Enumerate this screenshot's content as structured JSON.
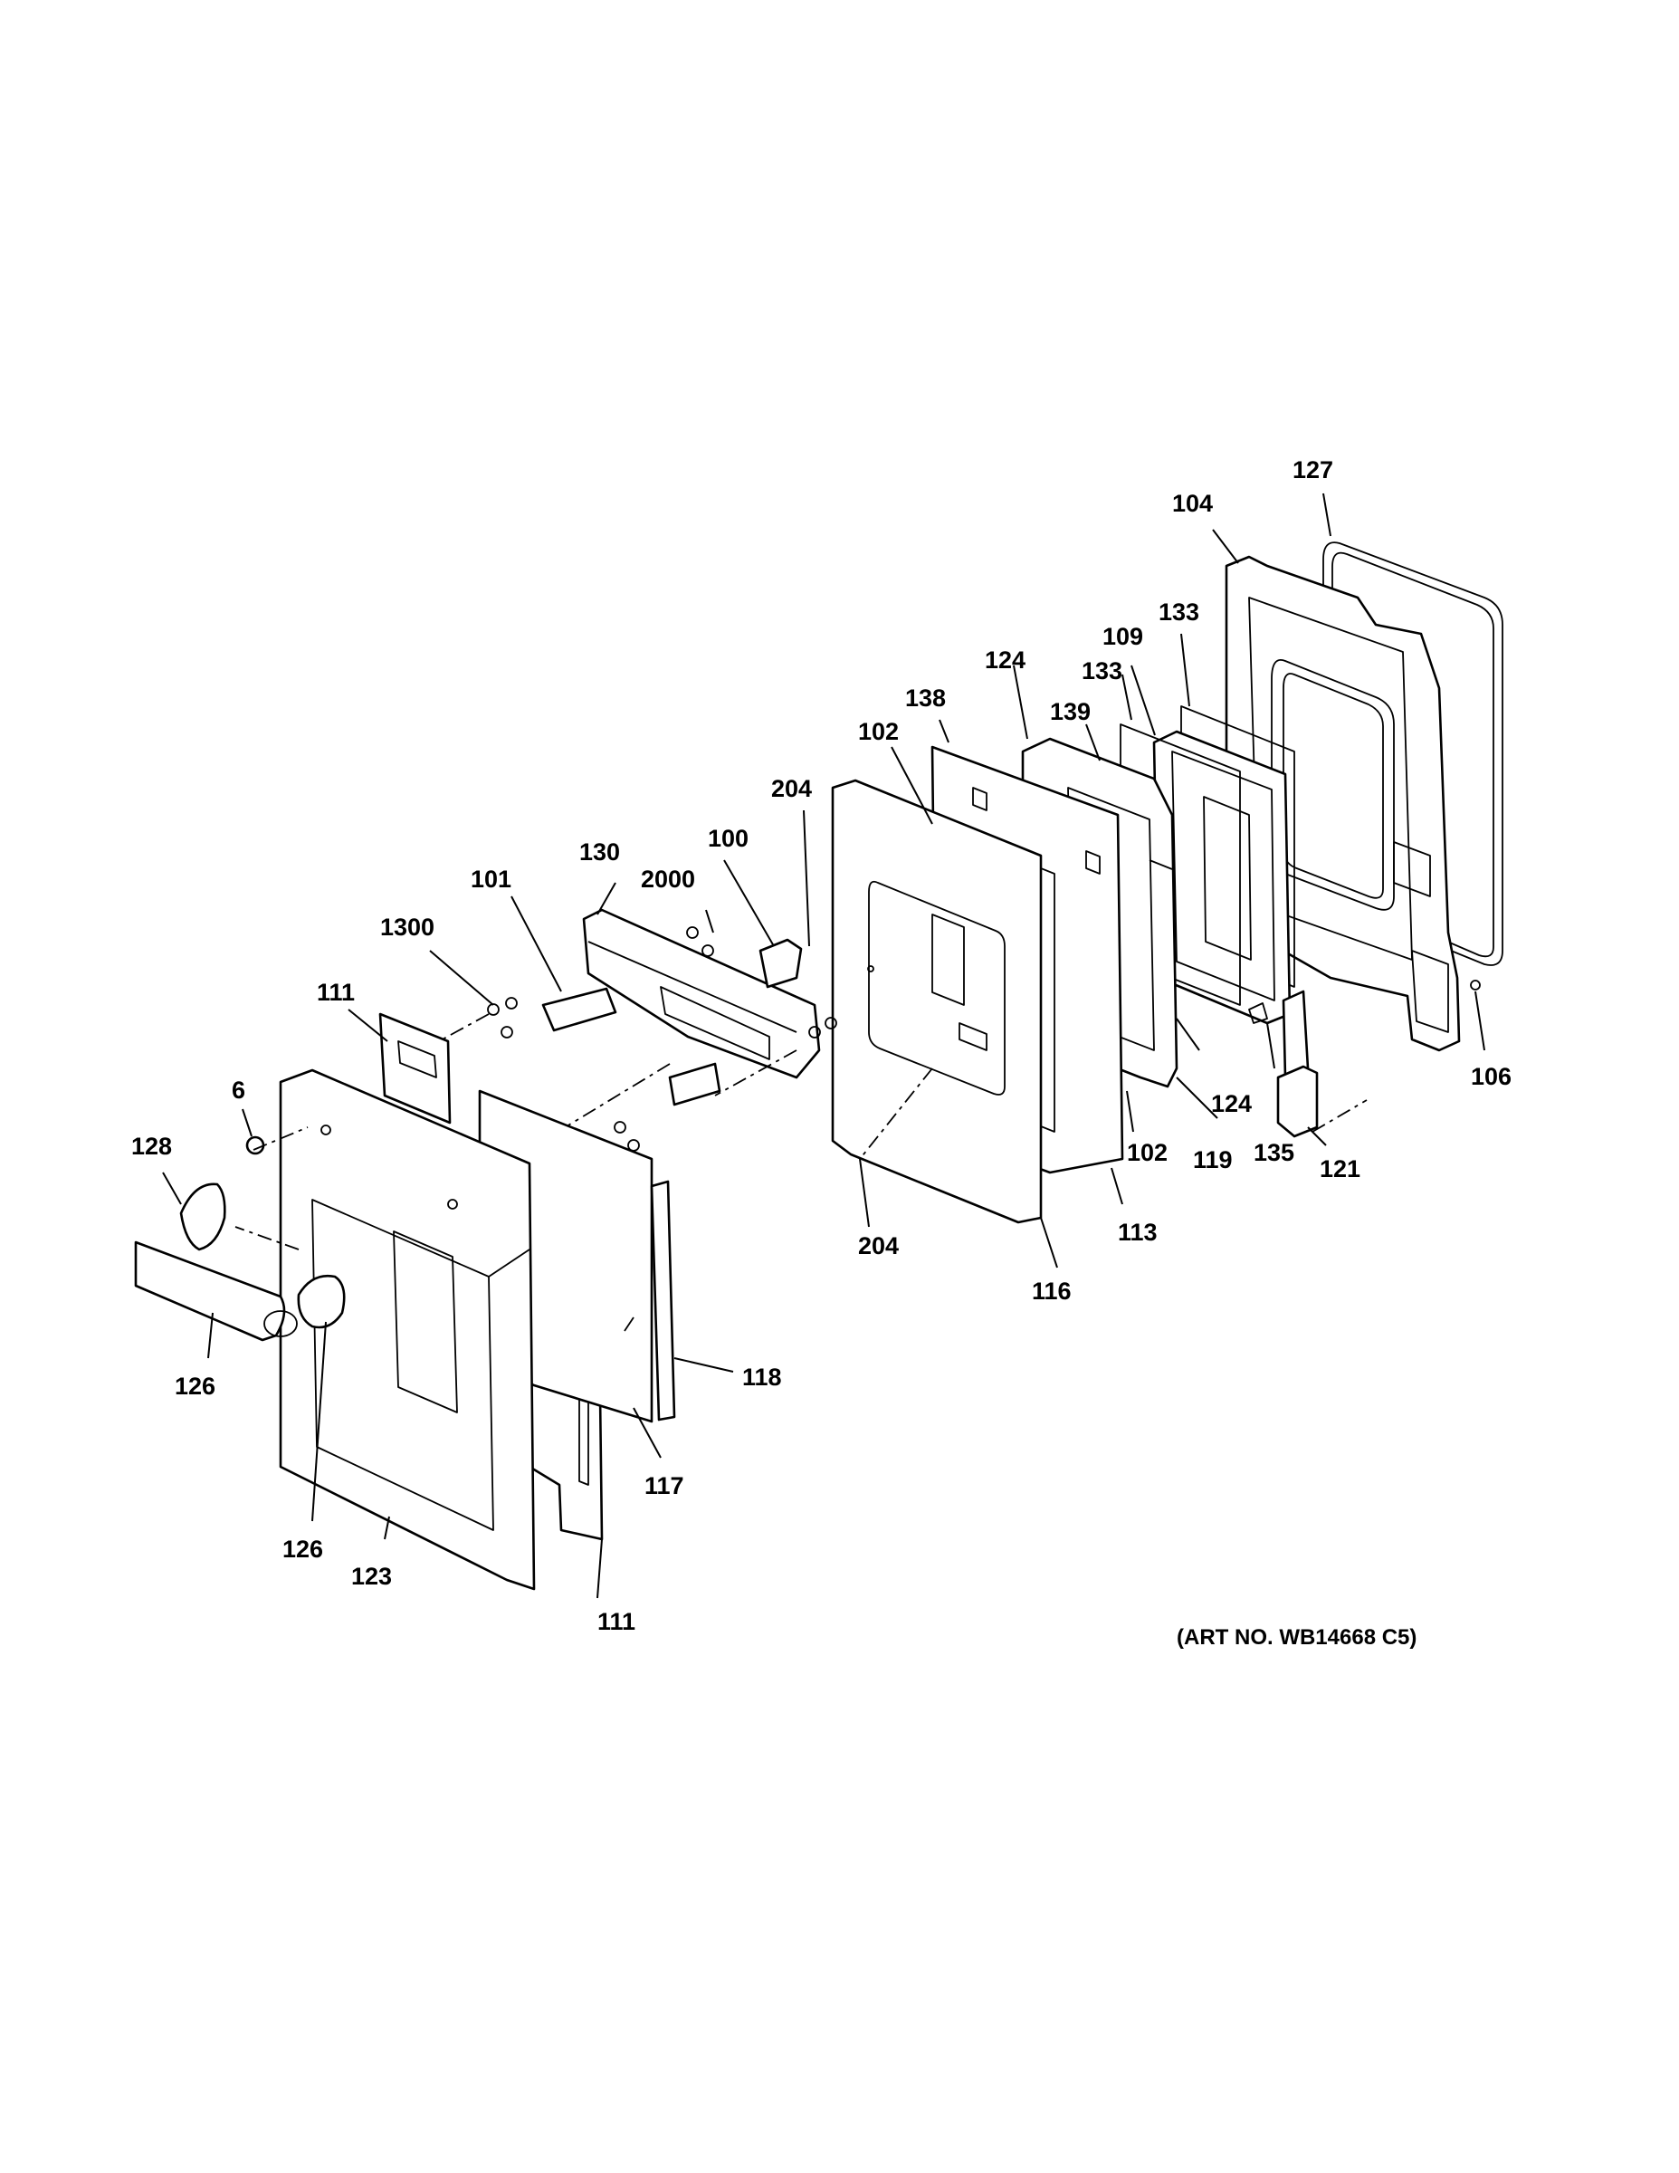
{
  "diagram": {
    "art_number": "(ART NO. WB14668 C5)",
    "callouts": {
      "c127": "127",
      "c104": "104",
      "c133a": "133",
      "c109": "109",
      "c133b": "133",
      "c124a": "124",
      "c139": "139",
      "c138": "138",
      "c102a": "102",
      "c204a": "204",
      "c100": "100",
      "c2000": "2000",
      "c130": "130",
      "c101": "101",
      "c1300": "1300",
      "c111a": "111",
      "c6": "6",
      "c128": "128",
      "c126a": "126",
      "c126b": "126",
      "c123": "123",
      "c111b": "111",
      "c117": "117",
      "c118": "118",
      "c204b": "204",
      "c116": "116",
      "c113": "113",
      "c102b": "102",
      "c119": "119",
      "c124b": "124",
      "c135": "135",
      "c121": "121",
      "c106": "106"
    }
  }
}
